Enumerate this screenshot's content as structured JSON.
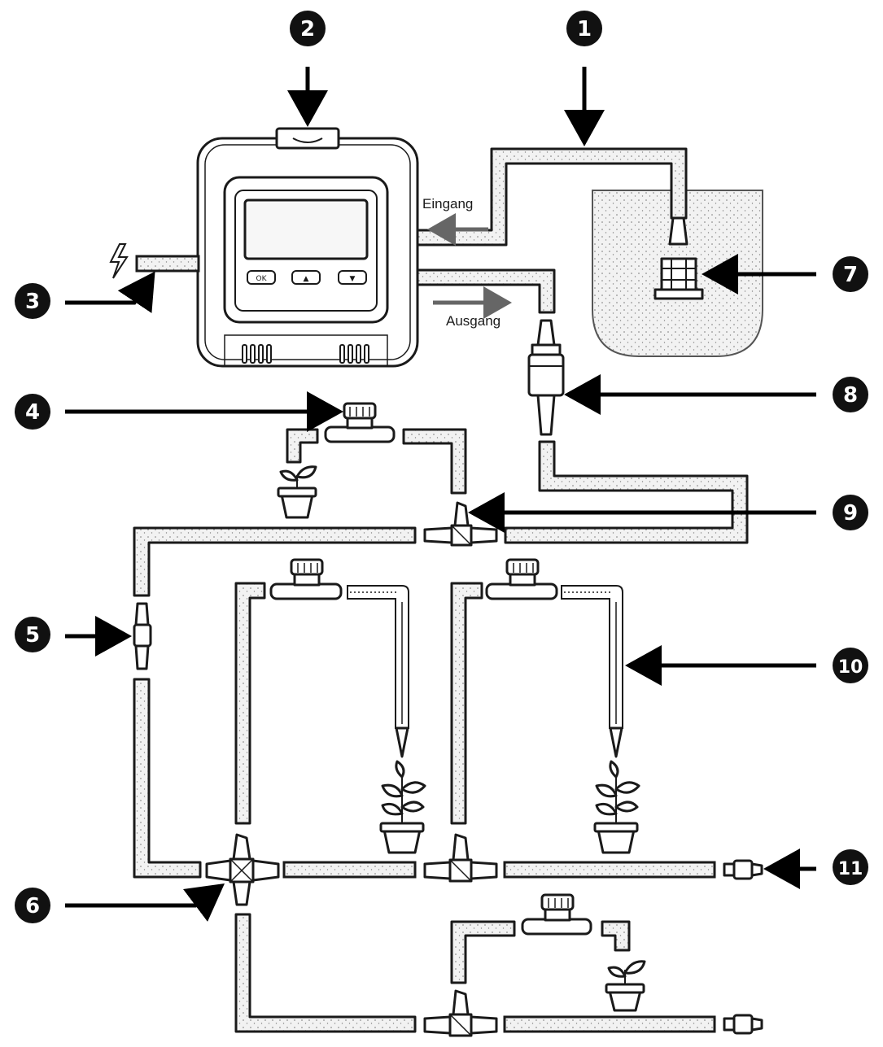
{
  "labels": {
    "inlet": "Eingang",
    "outlet": "Ausgang"
  },
  "controller_buttons": [
    "OK",
    "▲",
    "▼"
  ],
  "badges": [
    {
      "id": "1",
      "text": "1"
    },
    {
      "id": "2",
      "text": "2"
    },
    {
      "id": "3",
      "text": "3"
    },
    {
      "id": "4",
      "text": "4"
    },
    {
      "id": "5",
      "text": "5"
    },
    {
      "id": "6",
      "text": "6"
    },
    {
      "id": "7",
      "text": "7"
    },
    {
      "id": "8",
      "text": "8"
    },
    {
      "id": "9",
      "text": "9"
    },
    {
      "id": "10",
      "text": "10"
    },
    {
      "id": "11",
      "text": "11"
    }
  ],
  "colors": {
    "ink": "#1a1a1a",
    "tube_fill": "#efefef",
    "flow_arrow": "#666666"
  }
}
